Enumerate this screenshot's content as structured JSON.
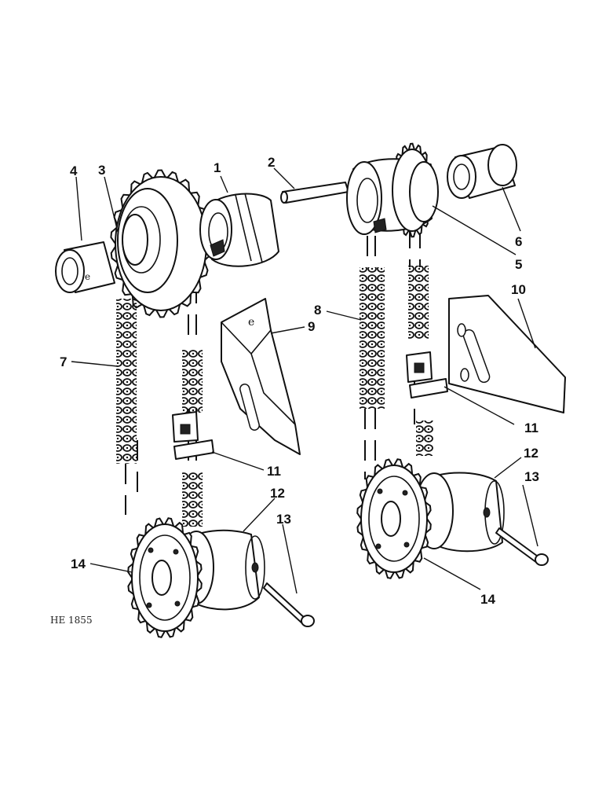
{
  "figure_code": "HE 1855",
  "callouts": {
    "c1": "1",
    "c2": "2",
    "c3": "3",
    "c4": "4",
    "c5": "5",
    "c6": "6",
    "c7": "7",
    "c8": "8",
    "c9": "9",
    "c10": "10",
    "c11a": "11",
    "c11b": "11",
    "c12a": "12",
    "c12b": "12",
    "c13a": "13",
    "c13b": "13",
    "c14a": "14",
    "c14b": "14"
  }
}
